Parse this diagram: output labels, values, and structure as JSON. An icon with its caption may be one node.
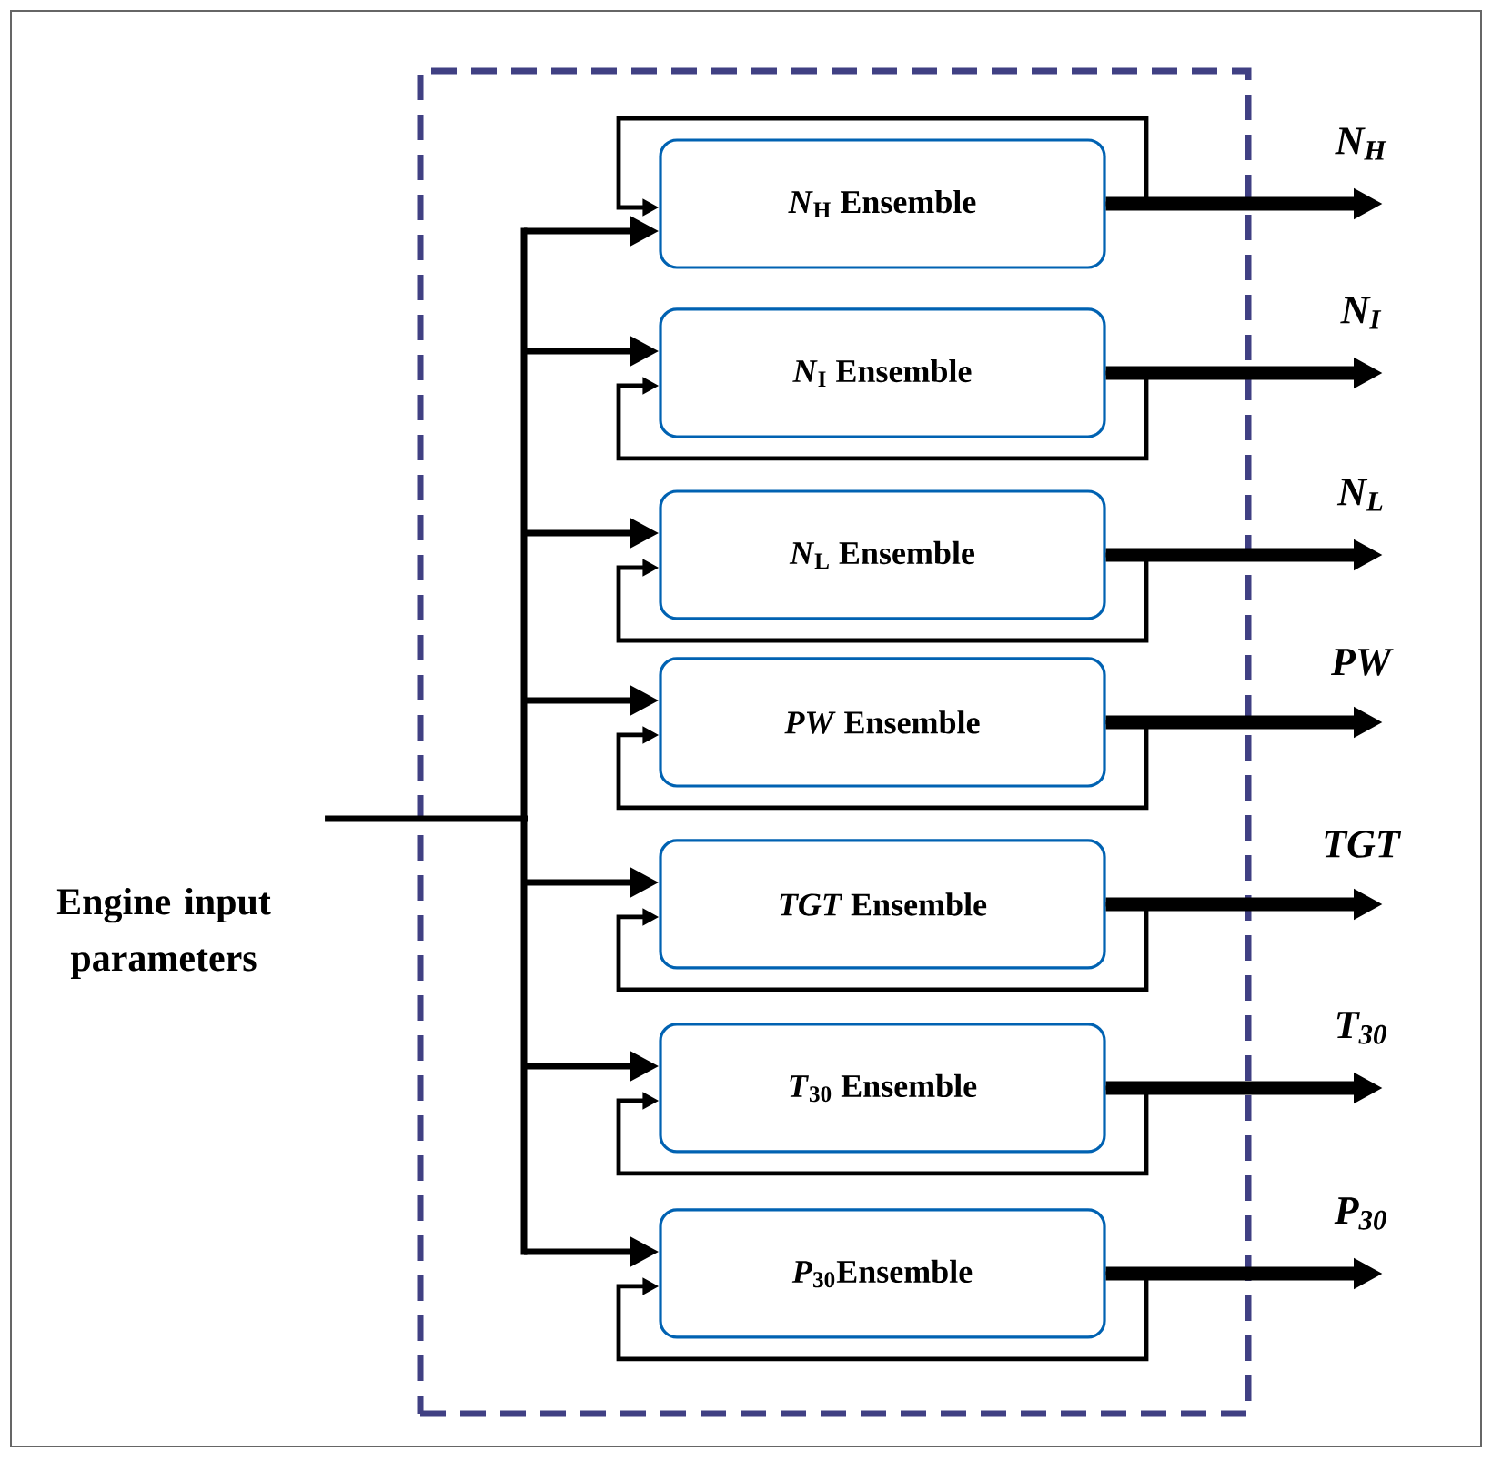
{
  "diagram": {
    "nodes": [
      {
        "text": [],
        "shape": "box"
      },
      {
        "text": [
          "Engine input parameters"
        ]
      },
      {
        "text": [
          "*N*$_{H}$ Ensemble"
        ],
        "in": 0
      },
      {
        "text": [
          "*N*$_{I}$ Ensemble"
        ],
        "in": 0
      },
      {
        "text": [
          "*N*$_{L}$ Ensemble"
        ],
        "in": 0
      },
      {
        "text": [
          "*PW* Ensemble"
        ],
        "in": 0
      },
      {
        "text": [
          "*TGT* Ensemble"
        ],
        "in": 0
      },
      {
        "text": [
          "*T*$_{30}$ Ensemble"
        ],
        "in": 0
      },
      {
        "text": [
          "*P*$_{30}$Ensemble"
        ],
        "in": 0
      },
      {
        "text": [
          "N$_{H}$"
        ]
      },
      {
        "text": [
          "N$_{I}$"
        ]
      },
      {
        "text": [
          "N$_{L}$"
        ]
      },
      {
        "text": [
          "PW"
        ]
      },
      {
        "text": [
          "TGT"
        ]
      },
      {
        "text": [
          "T$_{30}$"
        ]
      },
      {
        "text": [
          "P$_{30}$"
        ]
      }
    ],
    "edges": [
      {
        "from": 1,
        "to": 2,
        "arrow": "to"
      },
      {
        "from": 1,
        "to": 3,
        "arrow": "to"
      },
      {
        "from": 1,
        "to": 4,
        "arrow": "to"
      },
      {
        "from": 1,
        "to": 5,
        "arrow": "to"
      },
      {
        "from": 1,
        "to": 6,
        "arrow": "to"
      },
      {
        "from": 1,
        "to": 7,
        "arrow": "to"
      },
      {
        "from": 1,
        "to": 8,
        "arrow": "to"
      },
      {
        "from": 2,
        "to": 2,
        "arrow": "to"
      },
      {
        "from": 3,
        "to": 3,
        "arrow": "to"
      },
      {
        "from": 4,
        "to": 4,
        "arrow": "to"
      },
      {
        "from": 5,
        "to": 5,
        "arrow": "to"
      },
      {
        "from": 6,
        "to": 6,
        "arrow": "to"
      },
      {
        "from": 7,
        "to": 7,
        "arrow": "to"
      },
      {
        "from": 8,
        "to": 8,
        "arrow": "to"
      },
      {
        "from": 2,
        "to": 9,
        "arrow": "to",
        "style": "thick"
      },
      {
        "from": 3,
        "to": 10,
        "arrow": "to",
        "style": "thick"
      },
      {
        "from": 4,
        "to": 11,
        "arrow": "to",
        "style": "thick"
      },
      {
        "from": 5,
        "to": 12,
        "arrow": "to",
        "style": "thick"
      },
      {
        "from": 6,
        "to": 13,
        "arrow": "to",
        "style": "thick"
      },
      {
        "from": 7,
        "to": 14,
        "arrow": "to",
        "style": "thick"
      },
      {
        "from": 8,
        "to": 15,
        "arrow": "to",
        "style": "thick"
      }
    ]
  }
}
